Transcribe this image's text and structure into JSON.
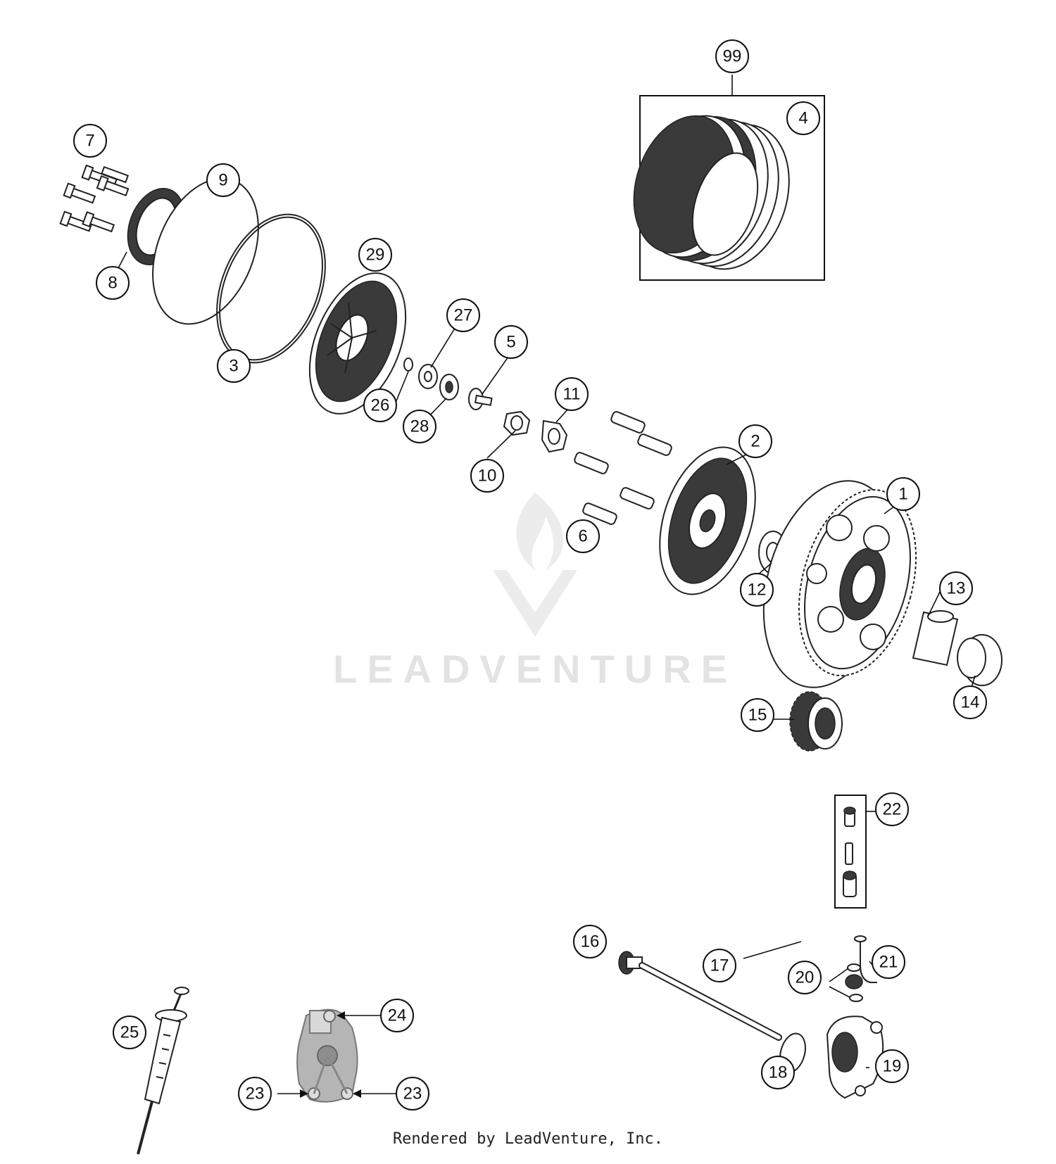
{
  "watermark": {
    "text": "LEADVENTURE",
    "color": "#e3e3e3"
  },
  "footer": {
    "text": "Rendered by LeadVenture, Inc."
  },
  "callouts": {
    "c1": "1",
    "c2": "2",
    "c3": "3",
    "c4": "4",
    "c5": "5",
    "c6": "6",
    "c7": "7",
    "c8": "8",
    "c9": "9",
    "c10": "10",
    "c11": "11",
    "c12": "12",
    "c13": "13",
    "c14": "14",
    "c15": "15",
    "c16": "16",
    "c17": "17",
    "c18": "18",
    "c19": "19",
    "c20": "20",
    "c21": "21",
    "c22": "22",
    "c23a": "23",
    "c23b": "23",
    "c24": "24",
    "c25": "25",
    "c26": "26",
    "c27": "27",
    "c28": "28",
    "c29": "29",
    "c99": "99"
  }
}
